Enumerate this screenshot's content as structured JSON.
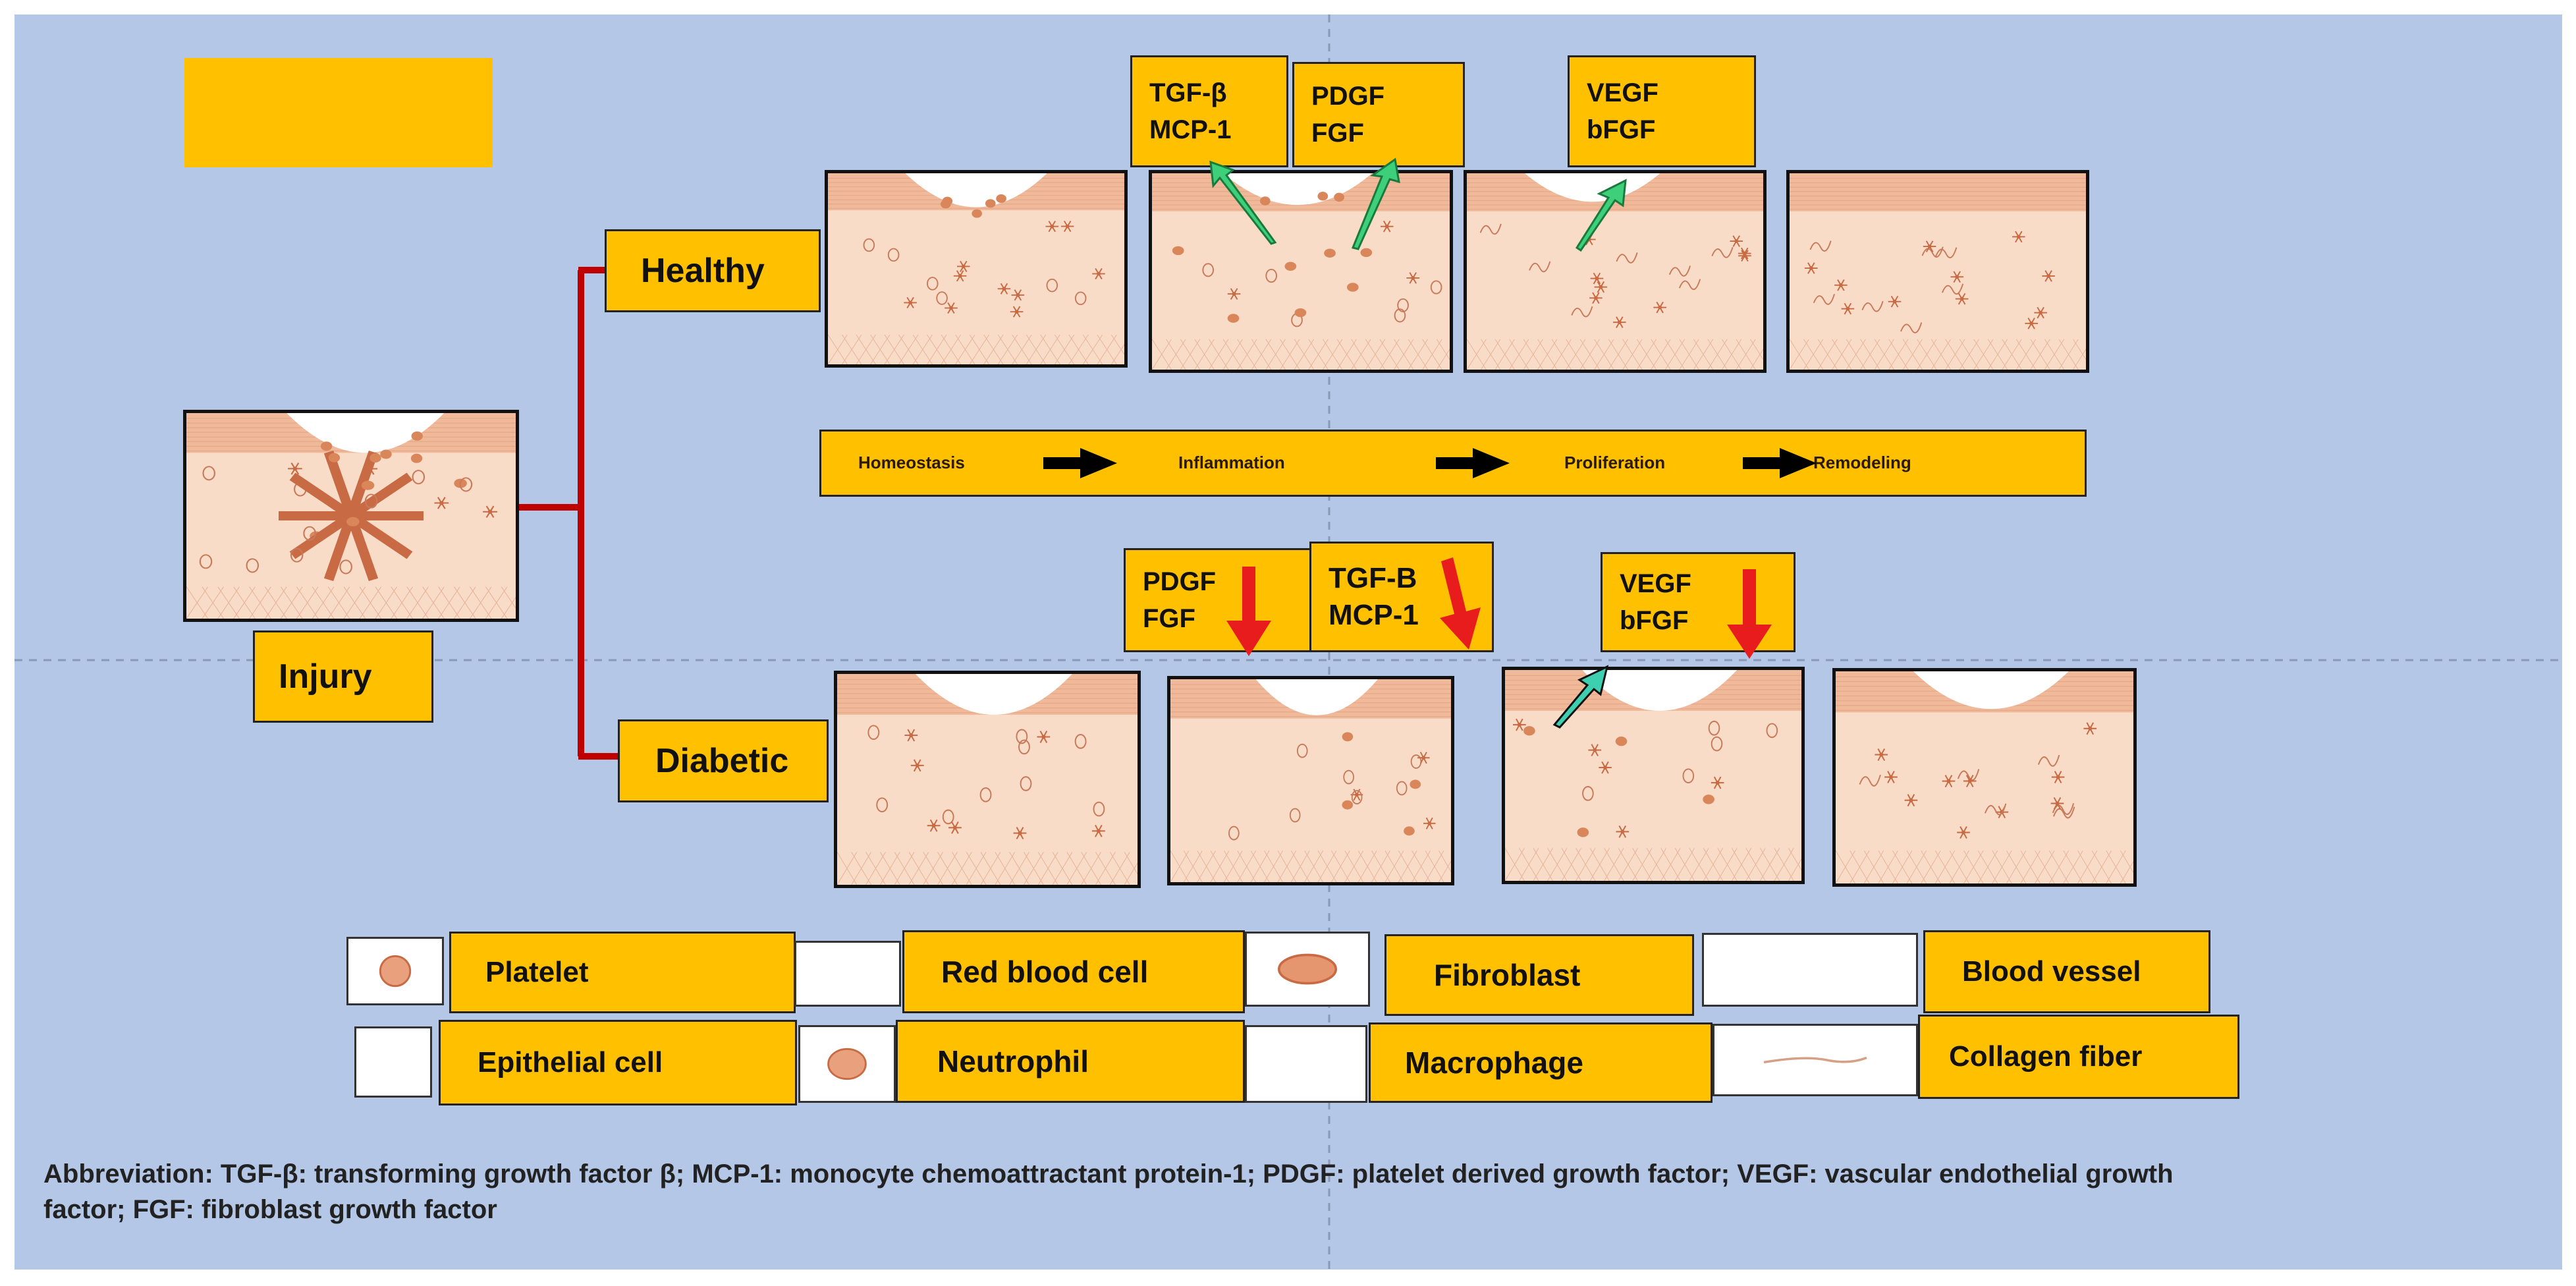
{
  "branches": {
    "healthy_label": "Healthy",
    "diabetic_label": "Diabetic",
    "injury_label": "Injury"
  },
  "healthy_factors": [
    {
      "line1": "TGF-β",
      "line2": "MCP-1"
    },
    {
      "line1": "PDGF",
      "line2": "FGF"
    },
    {
      "line1": "VEGF",
      "line2": "bFGF"
    }
  ],
  "diabetic_factors": [
    {
      "line1": "PDGF",
      "line2": "FGF"
    },
    {
      "line1": "TGF-B",
      "line2": "MCP-1"
    },
    {
      "line1": "VEGF",
      "line2": "bFGF"
    }
  ],
  "phases": [
    "Homeostasis",
    "Inflammation",
    "Proliferation",
    "Remodeling"
  ],
  "legend": [
    {
      "icon": "platelet-icon",
      "label": "Platelet"
    },
    {
      "icon": "red-blood-cell-icon",
      "label": "Red blood cell"
    },
    {
      "icon": "fibroblast-icon",
      "label": "Fibroblast"
    },
    {
      "icon": "blood-vessel-icon",
      "label": "Blood vessel"
    },
    {
      "icon": "epithelial-cell-icon",
      "label": "Epithelial cell"
    },
    {
      "icon": "neutrophil-icon",
      "label": "Neutrophil"
    },
    {
      "icon": "macrophage-icon",
      "label": "Macrophage"
    },
    {
      "icon": "collagen-fiber-icon",
      "label": "Collagen fiber"
    }
  ],
  "abbreviation": {
    "line1": "Abbreviation: TGF-β: transforming growth factor β; MCP-1: monocyte chemoattractant protein-1;  PDGF: platelet derived growth factor; VEGF: vascular endothelial growth",
    "line2": "factor;  FGF: fibroblast growth factor"
  },
  "colors": {
    "background": "#b4c7e7",
    "label_fill": "#ffc000",
    "connector": "#c00000",
    "up_arrow": "#3ecf7a",
    "down_arrow": "#e81c1c",
    "tissue": "#f6d9c4"
  }
}
